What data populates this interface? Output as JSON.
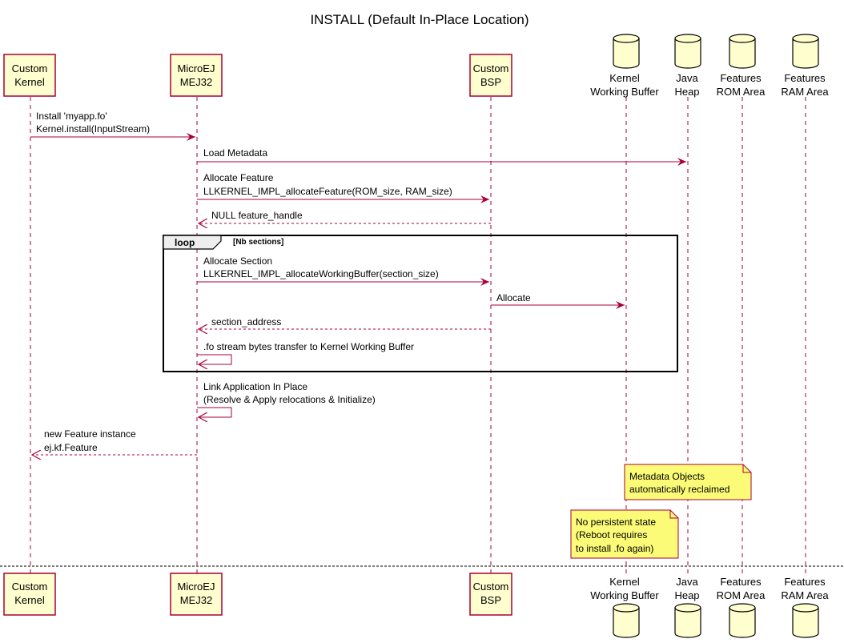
{
  "title": "INSTALL (Default In-Place Location)",
  "colors": {
    "participant_fill": "#FEFECE",
    "participant_border": "#A80036",
    "arrow": "#A80036",
    "note_fill": "#FBFB77",
    "note_border": "#A80036"
  },
  "participants": {
    "custom_kernel": {
      "line1": "Custom",
      "line2": "Kernel"
    },
    "microej": {
      "line1": "MicroEJ",
      "line2": "MEJ32"
    },
    "custom_bsp": {
      "line1": "Custom",
      "line2": "BSP"
    },
    "kernel_buffer": {
      "line1": "Kernel",
      "line2": "Working Buffer"
    },
    "java_heap": {
      "line1": "Java",
      "line2": "Heap"
    },
    "rom_area": {
      "line1": "Features",
      "line2": "ROM Area"
    },
    "ram_area": {
      "line1": "Features",
      "line2": "RAM Area"
    }
  },
  "messages": {
    "install": {
      "line1": "Install 'myapp.fo'",
      "line2": "Kernel.install(InputStream)"
    },
    "load_metadata": {
      "line1": "Load Metadata"
    },
    "allocate_feature": {
      "line1": "Allocate Feature",
      "line2": "LLKERNEL_IMPL_allocateFeature(ROM_size, RAM_size)"
    },
    "null_handle": {
      "line1": "NULL feature_handle"
    },
    "allocate_section": {
      "line1": "Allocate Section",
      "line2": "LLKERNEL_IMPL_allocateWorkingBuffer(section_size)"
    },
    "allocate": {
      "line1": "Allocate"
    },
    "section_address": {
      "line1": "section_address"
    },
    "stream_transfer": {
      "line1": ".fo stream bytes transfer to Kernel Working Buffer"
    },
    "link_in_place": {
      "line1": "Link Application In Place",
      "line2": "(Resolve & Apply relocations & Initialize)"
    },
    "new_feature": {
      "line1": "new Feature instance",
      "line2": "ej.kf.Feature"
    }
  },
  "loop": {
    "keyword": "loop",
    "condition": "[Nb sections]"
  },
  "notes": {
    "metadata": {
      "line1": "Metadata Objects",
      "line2": "automatically reclaimed"
    },
    "persistent": {
      "line1": "No persistent state",
      "line2": "(Reboot requires",
      "line3": "to install .fo again)"
    }
  }
}
